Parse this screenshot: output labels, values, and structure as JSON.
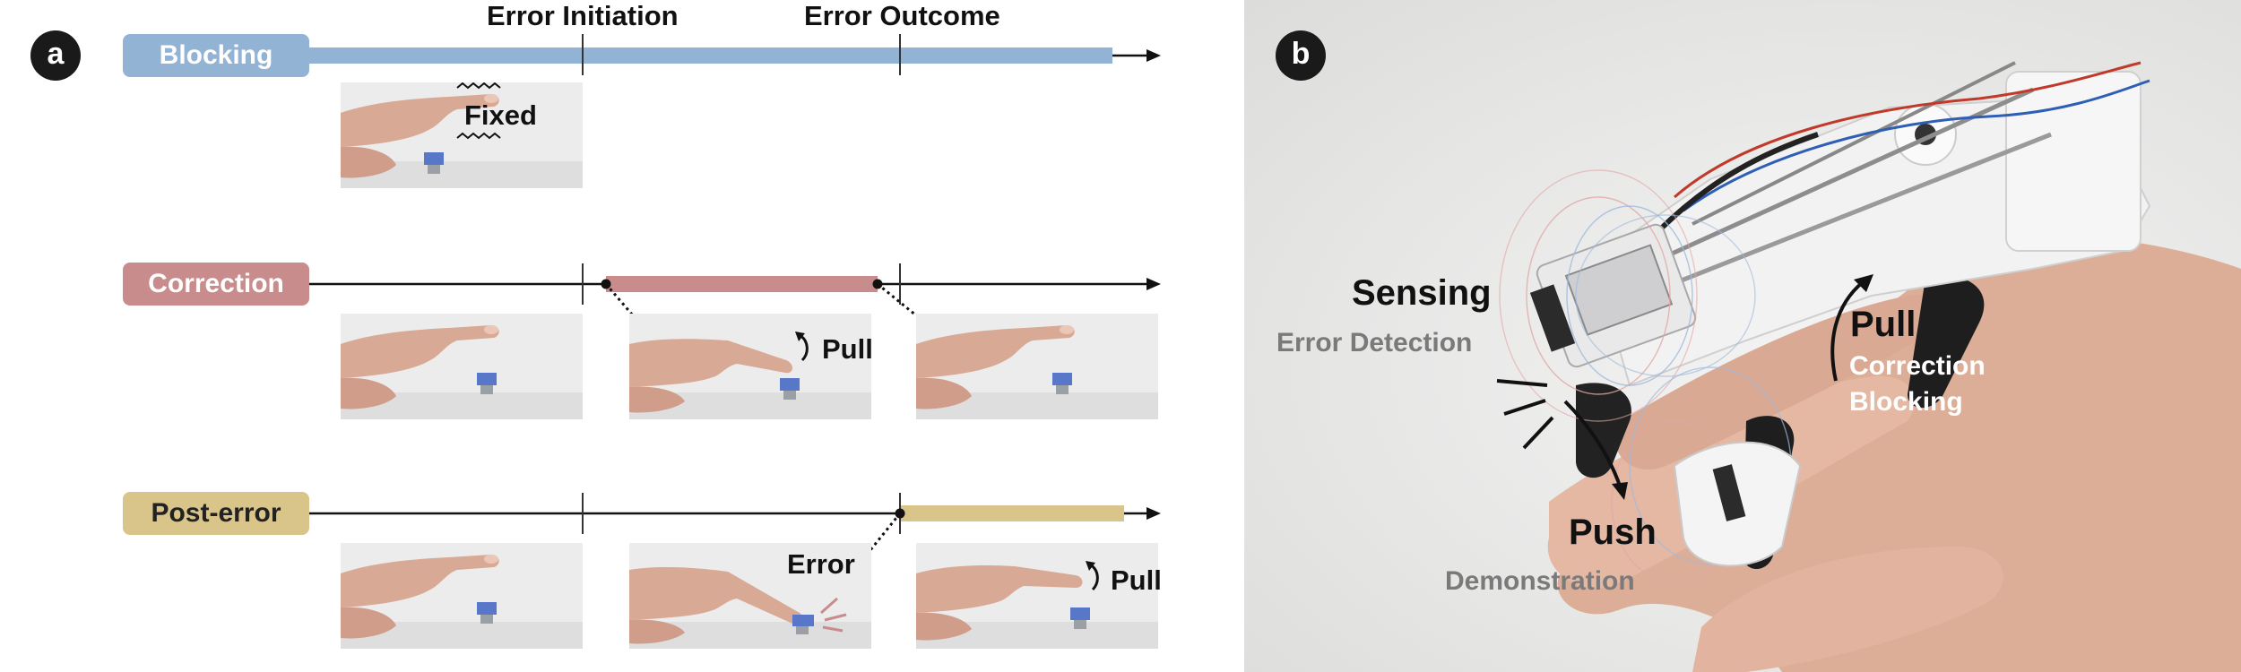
{
  "panel_a": {
    "badge": "a",
    "headers": {
      "initiation": "Error Initiation",
      "outcome": "Error Outcome"
    },
    "rows": [
      {
        "label": "Blocking",
        "color": "#93b3d4",
        "photos": [
          {
            "annotation": "Fixed"
          }
        ]
      },
      {
        "label": "Correction",
        "color": "#c98c8c",
        "photos": [
          {
            "annotation": ""
          },
          {
            "annotation": "Pull"
          },
          {
            "annotation": ""
          }
        ]
      },
      {
        "label": "Post-error",
        "color": "#d9c489",
        "photos": [
          {
            "annotation": ""
          },
          {
            "annotation": "Error"
          },
          {
            "annotation": "Pull"
          }
        ]
      }
    ]
  },
  "panel_b": {
    "badge": "b",
    "sensing": {
      "title": "Sensing",
      "subtitle": "Error Detection"
    },
    "pull": {
      "title": "Pull",
      "line1": "Correction",
      "line2": "Blocking"
    },
    "push": {
      "title": "Push",
      "subtitle": "Demonstration"
    }
  }
}
